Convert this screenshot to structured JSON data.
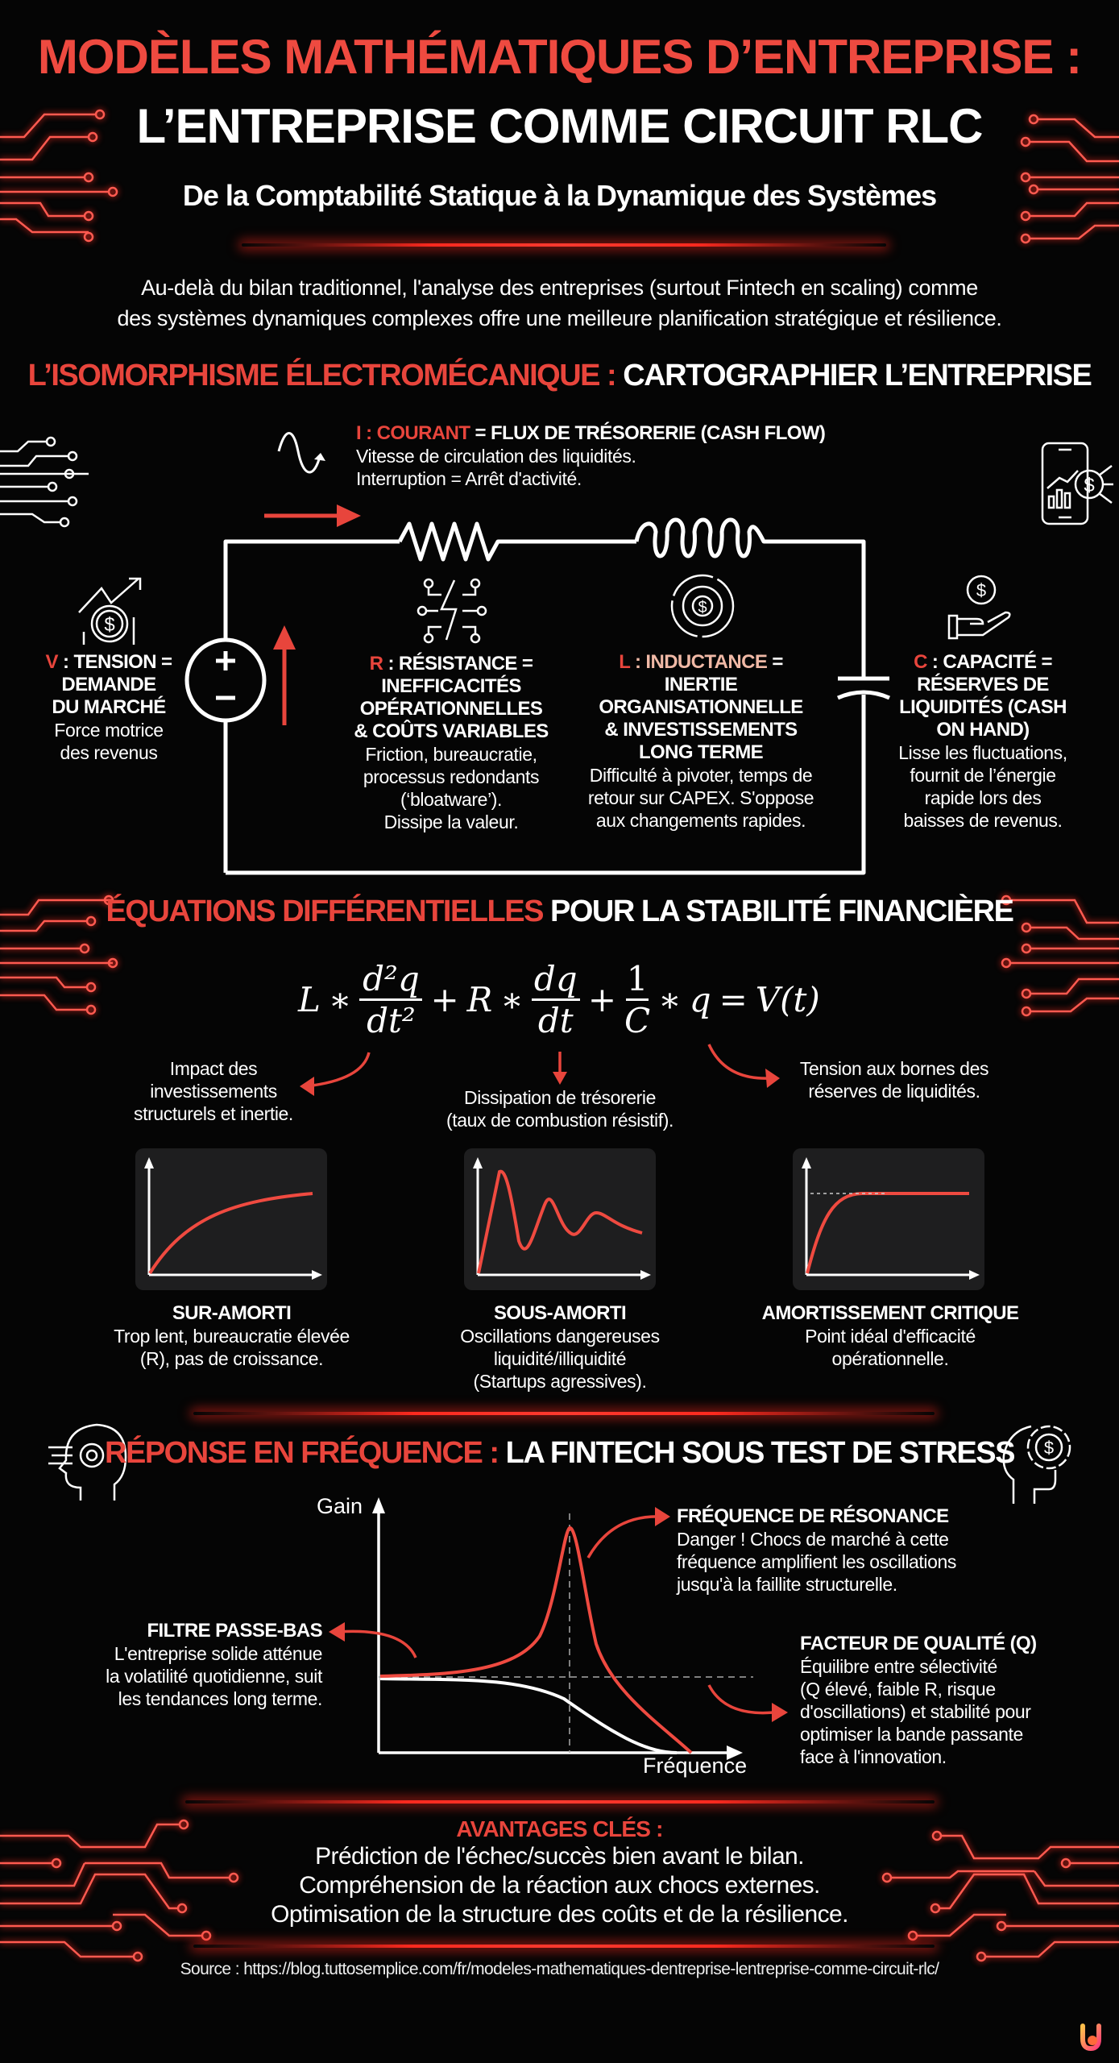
{
  "header": {
    "title_line1": "MODÈLES MATHÉMATIQUES D’ENTREPRISE :",
    "title_line2": "L’ENTREPRISE COMME CIRCUIT RLC",
    "subtitle": "De la Comptabilité Statique à la Dynamique des Systèmes"
  },
  "intro": {
    "line1": "Au-delà du bilan traditionnel, l'analyse des entreprises (surtout Fintech en scaling) comme",
    "line2": "des systèmes dynamiques complexes offre une meilleure planification stratégique et résilience."
  },
  "section1": {
    "heading_red": "L’ISOMORPHISME ÉLECTROMÉCANIQUE :",
    "heading_white": "CARTOGRAPHIER L’ENTREPRISE",
    "current": {
      "icon": "sine-wave-icon",
      "label_red": "I : COURANT",
      "label_white": "= FLUX DE TRÉSORERIE (CASH FLOW)",
      "line1": "Vitesse de circulation des liquidités.",
      "line2": "Interruption = Arrêt d'activité."
    },
    "voltage": {
      "icon": "market-growth-dollar-icon",
      "label_red": "V",
      "label_white": ": TENSION =",
      "title_lines": [
        "DEMANDE",
        "DU MARCHÉ"
      ],
      "desc_lines": [
        "Force motrice",
        "des revenus"
      ]
    },
    "resistance": {
      "icon": "circuit-lightning-icon",
      "label_red": "R",
      "label_white": ": RÉSISTANCE =",
      "title_lines": [
        "INEFFICACITÉS",
        "OPÉRATIONNELLES",
        "& COÛTS VARIABLES"
      ],
      "desc_lines": [
        "Friction, bureaucratie,",
        "processus redondants",
        "(‘bloatware’).",
        "Dissipe la valeur."
      ]
    },
    "inductance": {
      "icon": "gear-dollar-icon",
      "label_red": "L",
      "label_peach": ": INDUCTANCE",
      "label_white": "=",
      "title_lines": [
        "INERTIE",
        "ORGANISATIONNELLE",
        "& INVESTISSEMENTS",
        "LONG TERME"
      ],
      "desc_lines": [
        "Difficulté à pivoter, temps de",
        "retour sur CAPEX. S'oppose",
        "aux changements rapides."
      ]
    },
    "capacitance": {
      "icon": "hand-dollar-icon",
      "label_red": "C",
      "label_white": ": CAPACITÉ =",
      "title_lines": [
        "RÉSERVES DE",
        "LIQUIDITÉS (CASH",
        "ON HAND)"
      ],
      "desc_lines": [
        "Lisse les fluctuations,",
        "fournit de l’énergie",
        "rapide lors des",
        "baisses de revenus."
      ]
    },
    "source_symbols": {
      "plus": "+",
      "minus": "−"
    }
  },
  "section2": {
    "heading_red": "ÉQUATIONS DIFFÉRENTIELLES",
    "heading_white": "POUR LA STABILITÉ FINANCIÈRE",
    "equation": {
      "L": "L",
      "times": "∗",
      "d2q": "d²q",
      "dt2": "dt²",
      "plus": "+",
      "R": "R",
      "dq": "dq",
      "dt": "dt",
      "one": "1",
      "C": "C",
      "q": "q",
      "equals": "=",
      "Vt": "V(t)"
    },
    "annotations": [
      {
        "lines": [
          "Impact des",
          "investissements",
          "structurels et inertie."
        ]
      },
      {
        "lines": [
          "Dissipation de trésorerie",
          "(taux de combustion résistif)."
        ]
      },
      {
        "lines": [
          "Tension aux bornes des",
          "réserves de liquidités."
        ]
      }
    ],
    "responses": [
      {
        "title": "SUR-AMORTI",
        "lines": [
          "Trop lent, bureaucratie élevée",
          "(R), pas de croissance."
        ]
      },
      {
        "title": "SOUS-AMORTI",
        "lines": [
          "Oscillations dangereuses",
          "liquidité/illiquidité",
          "(Startups agressives)."
        ]
      },
      {
        "title": "AMORTISSEMENT CRITIQUE",
        "lines": [
          "Point idéal d'efficacité",
          "opérationnelle."
        ]
      }
    ]
  },
  "section3": {
    "heading_red": "RÉPONSE EN FRÉQUENCE :",
    "heading_white": "LA FINTECH SOUS TEST DE STRESS",
    "chart": {
      "ylabel": "Gain",
      "xlabel": "Fréquence"
    },
    "lowpass": {
      "title": "FILTRE PASSE-BAS",
      "lines": [
        "L'entreprise solide atténue",
        "la volatilité quotidienne, suit",
        "les tendances long terme."
      ]
    },
    "resonance": {
      "title": "FRÉQUENCE DE RÉSONANCE",
      "lines": [
        "Danger ! Chocs de marché à cette",
        "fréquence amplifient les oscillations",
        "jusqu'à la faillite structurelle."
      ]
    },
    "quality": {
      "title": "FACTEUR DE QUALITÉ (Q)",
      "lines": [
        "Équilibre entre sélectivité",
        "(Q élevé, faible R, risque",
        "d'oscillations) et stabilité pour",
        "optimiser la bande passante",
        "face à l'innovation."
      ]
    }
  },
  "advantages": {
    "title": "AVANTAGES CLÉS :",
    "lines": [
      "Prédiction de l'échec/succès bien avant le bilan.",
      "Compréhension de la réaction aux chocs externes.",
      "Optimisation de la structure des coûts et de la résilience."
    ]
  },
  "footer": {
    "source": "Source : https://blog.tuttosemplice.com/fr/modeles-mathematiques-dentreprise-lentreprise-comme-circuit-rlc/"
  },
  "colors": {
    "accent_red": "#e8453c",
    "peach": "#f0b9a6",
    "background": "#050505",
    "panel": "#1e1e1f"
  }
}
